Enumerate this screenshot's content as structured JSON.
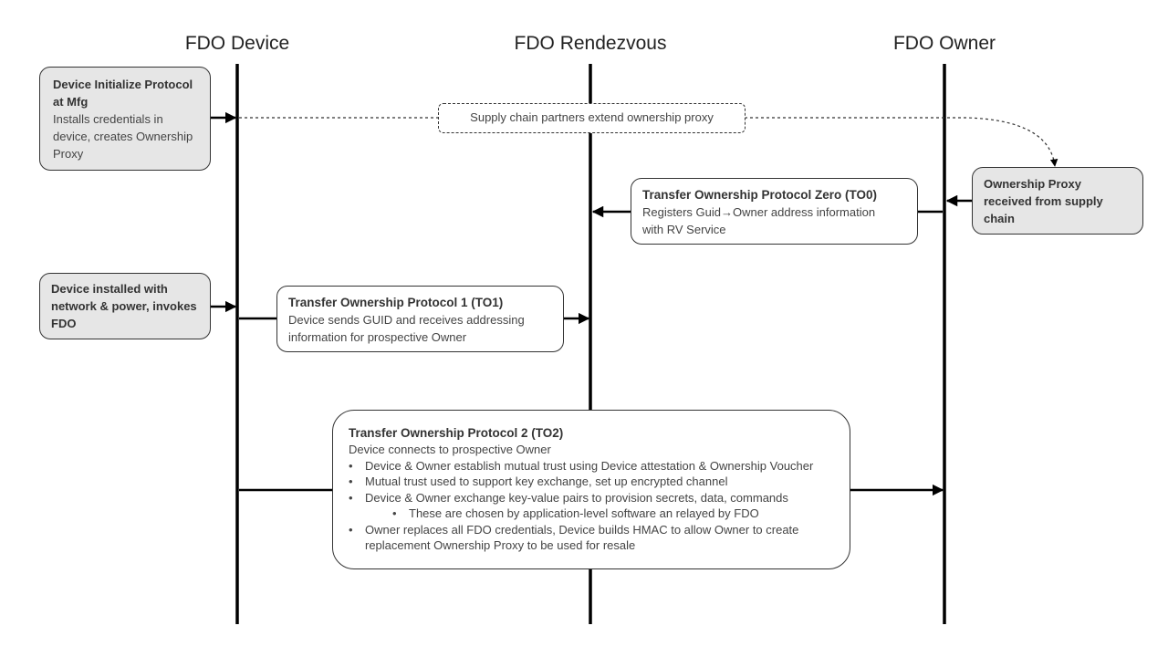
{
  "lanes": {
    "device": "FDO Device",
    "rendezvous": "FDO Rendezvous",
    "owner": "FDO Owner"
  },
  "di_box": {
    "title": "Device Initialize Protocol at Mfg",
    "body": "Installs credentials in device, creates Ownership Proxy"
  },
  "supply_chain_label": "Supply chain partners extend ownership proxy",
  "proxy_box": {
    "title": "Ownership Proxy received from supply chain"
  },
  "to0_box": {
    "title": "Transfer Ownership Protocol Zero (TO0)",
    "line1_pre": "Registers Guid",
    "arrow_glyph": "→",
    "line1_post": "Owner address information",
    "line2": "with RV Service"
  },
  "installed_box": {
    "title": "Device installed with network & power, invokes FDO"
  },
  "to1_box": {
    "title": "Transfer Ownership Protocol 1 (TO1)",
    "body": "Device sends GUID and receives addressing information for prospective Owner"
  },
  "to2_box": {
    "title": "Transfer Ownership Protocol 2 (TO2)",
    "intro": "Device connects to prospective Owner",
    "bullets": [
      "Device & Owner establish mutual trust using Device attestation & Ownership Voucher",
      "Mutual trust used to support key exchange, set up encrypted channel",
      "Device & Owner exchange key-value pairs to provision secrets, data, commands",
      "These are chosen by application-level software an relayed by FDO",
      "Owner replaces all FDO credentials, Device builds HMAC to allow Owner to create replacement Ownership Proxy to be used for resale"
    ]
  },
  "colors": {
    "line": "#000000",
    "box_border": "#333333",
    "gray_fill": "#e6e6e6"
  }
}
